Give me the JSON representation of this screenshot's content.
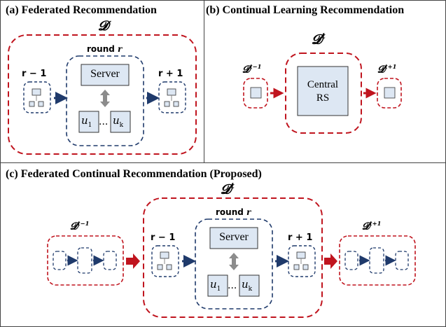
{
  "panel_a": {
    "title": "(a) Federated Recommendation",
    "dataset": "𝓓",
    "round_prefix": "round ",
    "round_var": "r",
    "prev_round": "r − 1",
    "next_round": "r + 1",
    "server_label": "Server",
    "user_first": "u",
    "user_first_sub": "1",
    "user_last": "u",
    "user_last_sub": "k",
    "ellipsis": "···"
  },
  "panel_b": {
    "title": "(b) Continual Learning Recommendation",
    "dataset": "𝓓",
    "dataset_sup": "t",
    "prev_dataset_sup": "t−1",
    "next_dataset_sup": "t+1",
    "central_line1": "Central",
    "central_line2": "RS"
  },
  "panel_c": {
    "title": "(c) Federated Continual Recommendation (Proposed)",
    "dataset": "𝓓",
    "dataset_sup": "t",
    "prev_dataset_sup": "t−1",
    "next_dataset_sup": "t+1",
    "round_prefix": "round ",
    "round_var": "r",
    "prev_round": "r − 1",
    "next_round": "r + 1",
    "server_label": "Server",
    "user_first": "u",
    "user_first_sub": "1",
    "user_last": "u",
    "user_last_sub": "k",
    "ellipsis": "···"
  },
  "colors": {
    "red_dash": "#c0141e",
    "blue_dash": "#1f3a6b",
    "box_fill": "#dde7f3",
    "arrow_blue": "#1f3a6b",
    "arrow_red": "#c0141e",
    "grey_arrow": "#8c8c8c"
  }
}
